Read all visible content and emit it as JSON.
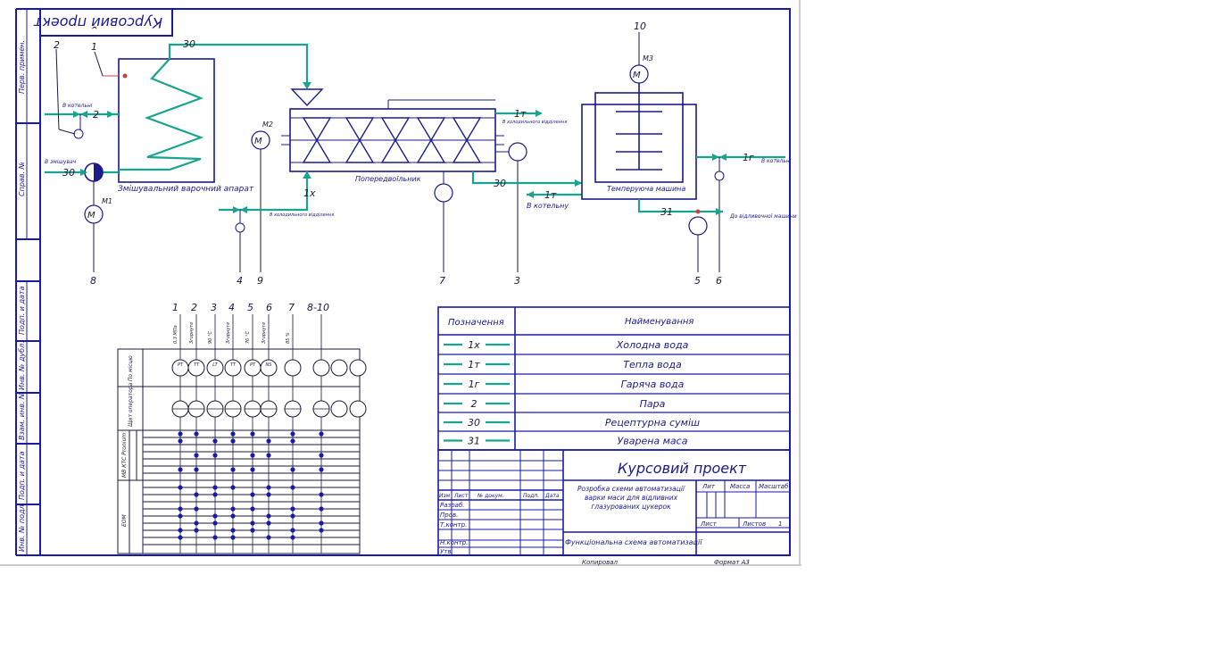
{
  "stamp_title_rotated": "Курсовий проект",
  "side_labels": [
    "Перв. примен.",
    "Справ. №",
    "Подп. и дата",
    "Инв. № дубл.",
    "Взам. инв. №",
    "Подп. и дата",
    "Инв. № подл."
  ],
  "equipment": {
    "mixer": "Змішувальний варочний апарат",
    "cooker": "Попередвоїльник",
    "tempering": "Темперуюча машина"
  },
  "position_numbers": [
    "1",
    "2",
    "3",
    "4",
    "5",
    "6",
    "7",
    "8",
    "9",
    "10",
    "8-10"
  ],
  "line_codes": [
    "30",
    "1х",
    "1т",
    "1г",
    "2",
    "31"
  ],
  "motors": [
    "М1",
    "М2",
    "М3"
  ],
  "small_labels": {
    "to_boiler": "В котельну",
    "from_boiler": "В котельні",
    "to_mixer": "В змішувач",
    "to_cooling": "В холодильного відділення",
    "to_mold": "До відливочної машини"
  },
  "legend": {
    "header_code": "Позначення",
    "header_name": "Найменування",
    "rows": [
      {
        "code": "1х",
        "name": "Холодна вода"
      },
      {
        "code": "1т",
        "name": "Тепла вода"
      },
      {
        "code": "1г",
        "name": "Гаряча вода"
      },
      {
        "code": "2",
        "name": "Пара"
      },
      {
        "code": "30",
        "name": "Рецептурна суміш"
      },
      {
        "code": "31",
        "name": "Уварена маса"
      }
    ]
  },
  "control_panel": {
    "row_labels": [
      "По місцю",
      "Щит оператора",
      "МВ КТС Pronium",
      "ЕОМ"
    ],
    "instrument_tags": [
      "PT",
      "TT",
      "LT",
      "TT",
      "PT",
      "NS"
    ],
    "top_notes": [
      "0.3 МПа",
      "Згорнуте",
      "90 °С",
      "Згорнуте",
      "70 °С",
      "Згорнуте",
      "85 %"
    ]
  },
  "title_block": {
    "project": "Курсовий проект",
    "description": "Розробка схеми автоматизації варки маси для відливних глазурованих цукерок",
    "drawing": "Функціональна схема автоматизації",
    "headers": [
      "Лит",
      "Масса",
      "Масштаб"
    ],
    "sheet_labels": [
      "Лист",
      "Листов",
      "1"
    ],
    "row_labels": [
      "Изм",
      "Лист",
      "№ докум.",
      "Подп.",
      "Дата"
    ],
    "roles": [
      "Разраб.",
      "Пров.",
      "Т.контр.",
      "Н.контр.",
      "Утв."
    ],
    "copy": "Копировал",
    "format": "Формат  A3"
  },
  "colors": {
    "frame": "#1a1aa8",
    "pipe": "#1aa38f",
    "accent_red": "#d04040"
  }
}
